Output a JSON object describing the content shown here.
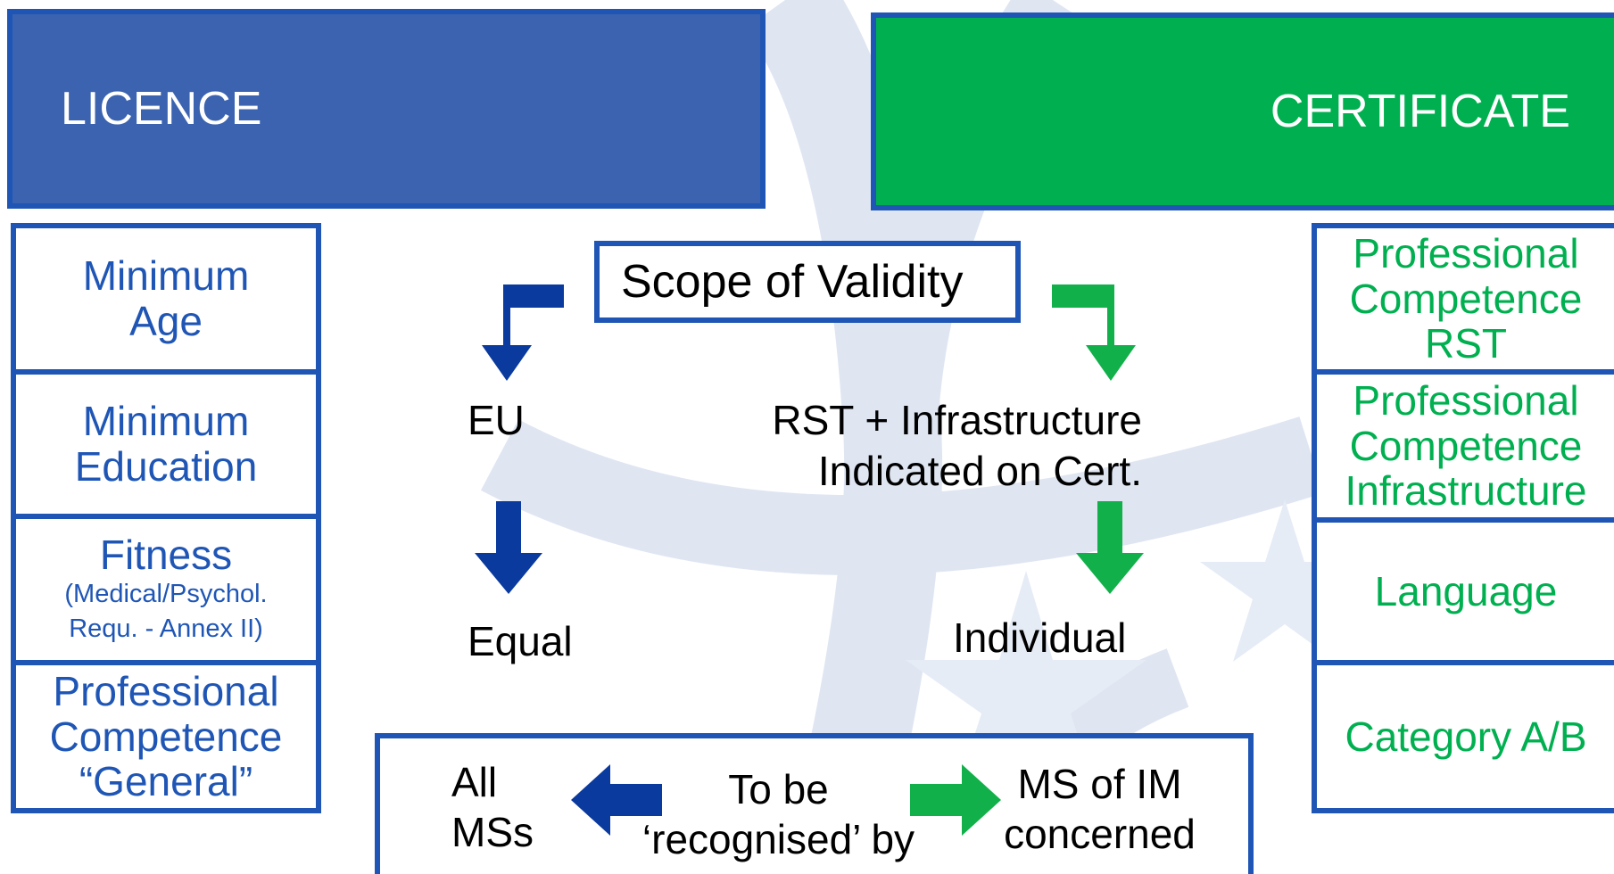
{
  "colors": {
    "blue": "#1f56b5",
    "blue_dark": "#0a3a9e",
    "green": "#00b050",
    "licence_fill": "#3b63b0",
    "watermark": "#dfe6f2"
  },
  "headers": {
    "licence": "LICENCE",
    "certificate": "CERTIFICATE"
  },
  "licence_boxes": [
    {
      "lines": [
        "Minimum",
        "Age"
      ]
    },
    {
      "lines": [
        "Minimum",
        "Education"
      ]
    },
    {
      "title": "Fitness",
      "sub": [
        "(Medical/Psychol.",
        "Requ. - Annex II)"
      ]
    },
    {
      "lines": [
        "Professional",
        "Competence",
        "“General”"
      ]
    }
  ],
  "certificate_boxes": [
    {
      "lines": [
        "Professional",
        "Competence",
        "RST"
      ]
    },
    {
      "lines": [
        "Professional",
        "Competence",
        "Infrastructure"
      ]
    },
    {
      "lines": [
        "Language"
      ]
    },
    {
      "lines": [
        "Category A/B"
      ]
    }
  ],
  "scope": {
    "title": "Scope of Validity"
  },
  "licence_flow": {
    "scope": "EU",
    "outcome": "Equal"
  },
  "certificate_flow": {
    "scope_line1": "RST + Infrastructure",
    "scope_line2": "Indicated on Cert.",
    "outcome": "Individual"
  },
  "recognition": {
    "left_line1": "All",
    "left_line2": "MSs",
    "center_line1": "To be",
    "center_line2": "‘recognised’ by",
    "right_line1": "MS of IM",
    "right_line2": "concerned"
  },
  "icons": {
    "watermark": "star-swirl-watermark",
    "arrows": [
      "elbow-arrow-left",
      "elbow-arrow-right",
      "down-arrow",
      "left-arrow",
      "right-arrow"
    ]
  }
}
